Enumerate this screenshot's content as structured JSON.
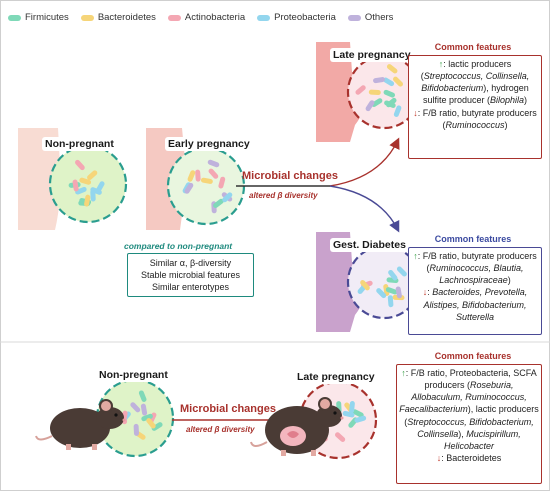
{
  "legend": [
    {
      "label": "Firmicutes",
      "color": "#7fd9b8"
    },
    {
      "label": "Bacteroidetes",
      "color": "#f6d579"
    },
    {
      "label": "Actinobacteria",
      "color": "#f4a7b3"
    },
    {
      "label": "Proteobacteria",
      "color": "#93d6ee"
    },
    {
      "label": "Others",
      "color": "#bfb2dc"
    }
  ],
  "human": {
    "non_pregnant": "Non-pregnant",
    "early_pregnancy": "Early pregnancy",
    "late_pregnancy": "Late pregnancy",
    "gest_diabetes": "Gest. Diabetes",
    "microbial_changes": "Microbial changes",
    "altered_beta": "altered β diversity",
    "compared_title": "compared to non-pregnant",
    "compared_lines": [
      "Similar α, β-diversity",
      "Stable microbial features",
      "Similar enterotypes"
    ]
  },
  "late_features": {
    "title": "Common features",
    "up_arrow": "↑",
    "down_arrow": "↓",
    "t1": ": lactic producers (",
    "i1": "Streptococcus, Collinsella, Bifidobacterium",
    "t2": "), hydrogen sulfite producer (",
    "i2": "Bilophila",
    "t3": ")",
    "t4": ": F/B ratio, butyrate producers (",
    "i3": "Ruminococcus",
    "t5": ")"
  },
  "gdm_features": {
    "title": "Common features",
    "up_arrow": "↑",
    "down_arrow": "↓",
    "t1": ": F/B ratio, butyrate producers (",
    "i1": "Ruminococcus, Blautia, Lachnospiraceae",
    "t2": ")",
    "t3": ": ",
    "i2": "Bacteroides, Prevotella, Alistipes, Bifidobacterium, Sutterella"
  },
  "mouse": {
    "non_pregnant": "Non-pregnant",
    "late_pregnancy": "Late pregnancy",
    "microbial_changes": "Microbial changes",
    "altered_beta": "altered β diversity"
  },
  "mouse_features": {
    "title": "Common features",
    "up_arrow": "↑",
    "down_arrow": "↓",
    "t1": ": F/B ratio, Proteobacteria, SCFA producers (",
    "i1": "Roseburia, Allobaculum, Ruminococcus, Faecalibacterium",
    "t2": "), lactic producers (",
    "i2": "Streptococcus, Bifidobacterium, Collinsella",
    "t3": "), ",
    "i3": "Mucispirillum, Helicobacter",
    "t4": ": Bacteroidetes"
  }
}
